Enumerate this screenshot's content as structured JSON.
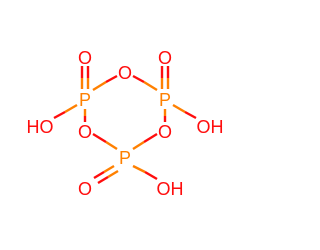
{
  "colors": {
    "background": "#ffffff",
    "oxygen": "#ff0d0d",
    "phosphorus": "#ff8000"
  },
  "atoms": {
    "p_top_left": "P",
    "p_top_right": "P",
    "p_bottom": "P",
    "o_ring_top": "O",
    "o_ring_left": "O",
    "o_ring_right": "O",
    "o_double_top_left": "O",
    "o_double_top_right": "O",
    "o_double_bottom": "O",
    "oh_left": "HO",
    "oh_right": "OH",
    "oh_bottom": "OH"
  }
}
